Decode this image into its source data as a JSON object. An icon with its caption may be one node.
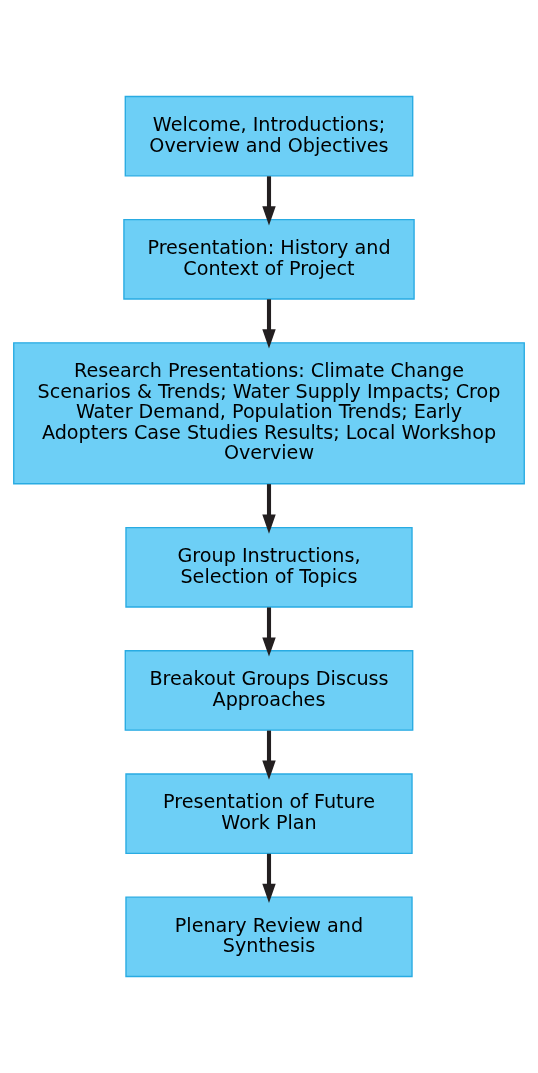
{
  "diagram": {
    "nodes": [
      {
        "text": [
          "Welcome, Introductions; Overview and Objectives"
        ]
      },
      {
        "text": [
          "Presentation: History and Context of Project"
        ]
      },
      {
        "text": [
          "Research Presentations: Climate Change Scenarios & Trends; Water Supply Impacts; Crop Water Demand, Population Trends; Early Adopters Case Studies Results; Local Workshop Overview"
        ]
      },
      {
        "text": [
          "Group Instructions, Selection of Topics"
        ]
      },
      {
        "text": [
          "Breakout Groups Discuss Approaches"
        ]
      },
      {
        "text": [
          "Presentation of Future Work Plan"
        ]
      },
      {
        "text": [
          "Plenary Review and Synthesis"
        ]
      }
    ],
    "edges": [
      {
        "from": 0,
        "to": 1,
        "arrow": "to"
      },
      {
        "from": 1,
        "to": 2,
        "arrow": "to"
      },
      {
        "from": 2,
        "to": 3,
        "arrow": "to"
      },
      {
        "from": 3,
        "to": 4,
        "arrow": "to"
      },
      {
        "from": 4,
        "to": 5,
        "arrow": "to"
      },
      {
        "from": 5,
        "to": 6,
        "arrow": "to"
      }
    ]
  }
}
